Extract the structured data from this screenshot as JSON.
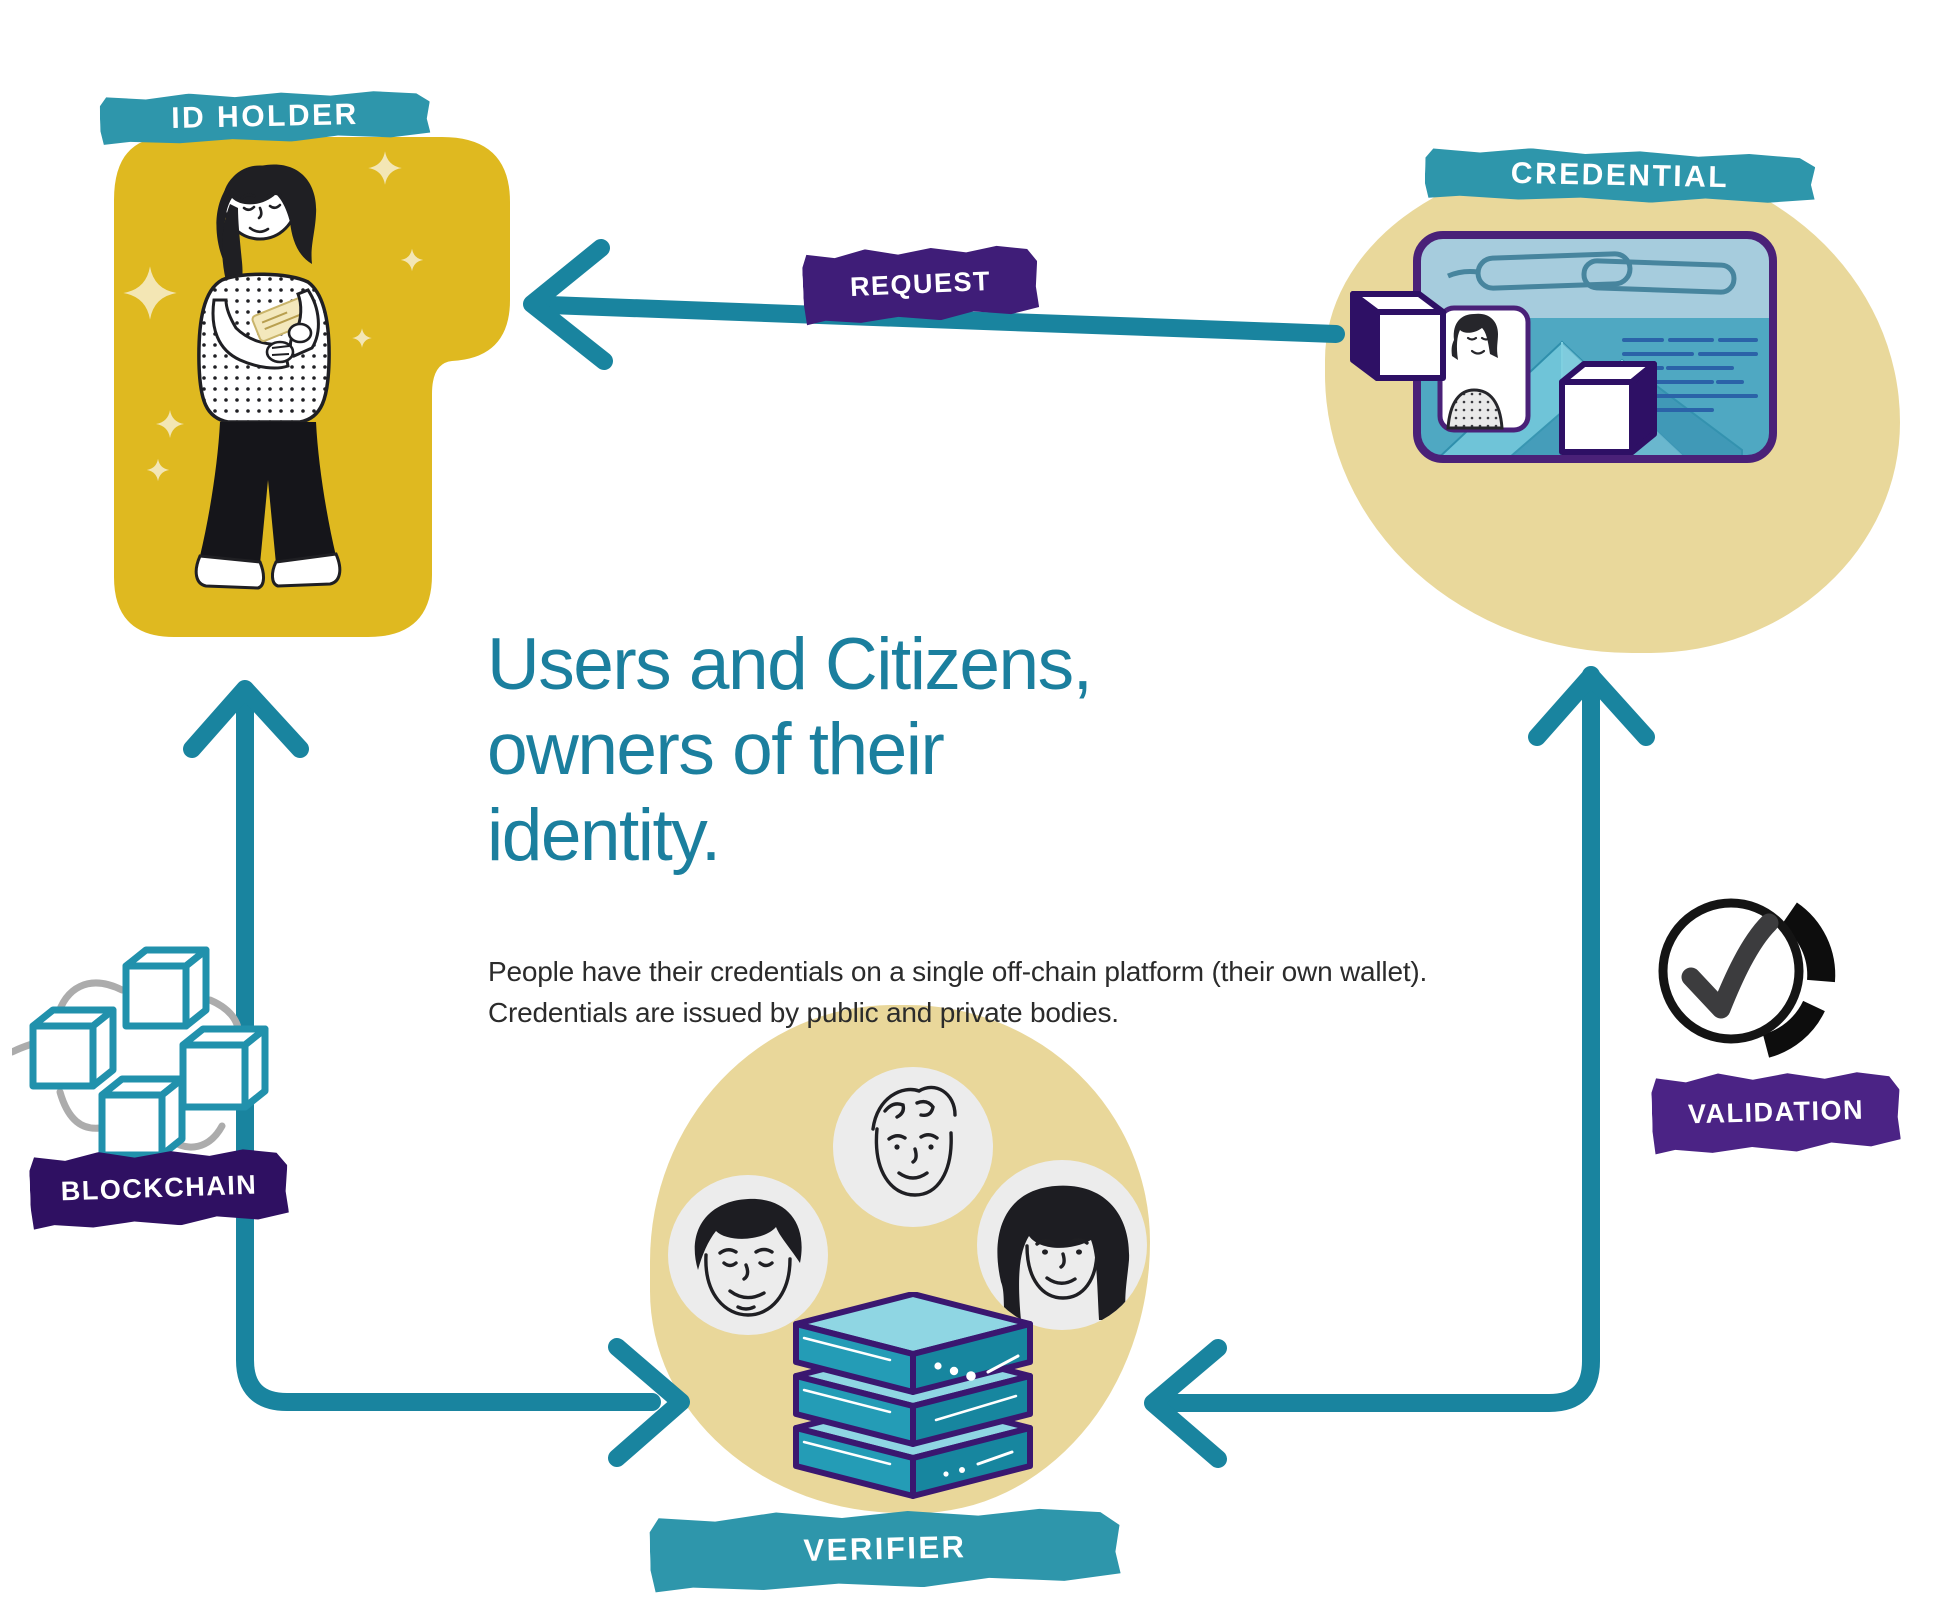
{
  "infographic": {
    "headline": "Users and Citizens,\nowners of their\nidentity.",
    "description": "People have their credentials on a single off-chain platform (their own wallet). Credentials are issued by public and private bodies.",
    "labels": {
      "id_holder": "ID HOLDER",
      "credential": "CREDENTIAL",
      "request": "REQUEST",
      "blockchain": "BLOCKCHAIN",
      "validation": "VALIDATION",
      "verifier": "VERIFIER"
    },
    "colors": {
      "teal_banner": "#2E96AB",
      "teal_arrow": "#19849F",
      "teal_headline": "#1B7F9E",
      "purple_request": "#3F1D78",
      "purple_blockchain": "#2F1062",
      "purple_validation": "#4B2385",
      "mustard_blob": "#DFB920",
      "pale_gold_blob": "#E9D89B",
      "card_outline_purple": "#4A2178",
      "body_text": "#2B2B2B"
    }
  }
}
